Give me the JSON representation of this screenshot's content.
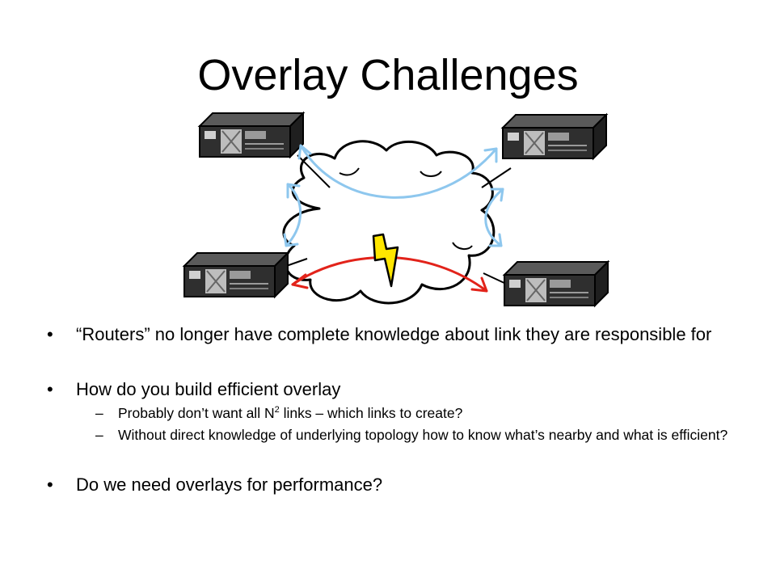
{
  "title": "Overlay Challenges",
  "bullets": [
    {
      "marker": "•",
      "text": "“Routers” no longer have complete knowledge about link they are responsible for"
    },
    {
      "marker": "•",
      "text": "How do you build efficient overlay",
      "sub": [
        {
          "marker": "–",
          "text_before": "Probably don’t want all N",
          "sup": "2",
          "text_after": " links – which links to create?"
        },
        {
          "marker": "–",
          "text": "Without direct knowledge of underlying topology how to know what’s nearby and what is efficient?"
        }
      ]
    },
    {
      "marker": "•",
      "text": "Do we need overlays for performance?"
    }
  ],
  "diagram": {
    "nodes": [
      "router-top-left",
      "router-top-right",
      "router-bottom-left",
      "router-bottom-right"
    ],
    "colors": {
      "overlay_link": "#8ec7ee",
      "failed_link": "#e2231a",
      "lightning": "#ffe600",
      "router_body": "#2b2b2b"
    }
  }
}
